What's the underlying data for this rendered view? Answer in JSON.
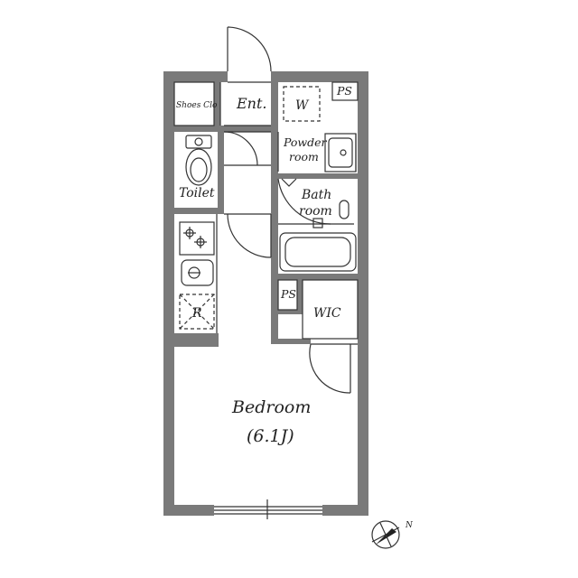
{
  "rooms": {
    "shoes_closet": "Shoes Clo",
    "entrance": "Ent.",
    "washer": "W",
    "pipe_space_top": "PS",
    "powder_line1": "Powder",
    "powder_line2": "room",
    "toilet": "Toilet",
    "bath_line1": "Bath",
    "bath_line2": "room",
    "fridge": "R",
    "pipe_space_mid": "PS",
    "wic": "WIC",
    "bedroom": "Bedroom",
    "bedroom_size": "(6.1J)"
  },
  "compass": {
    "north_label": "N"
  },
  "colors": {
    "wall": "#7a7a7a",
    "line": "#333333",
    "background": "#ffffff"
  }
}
